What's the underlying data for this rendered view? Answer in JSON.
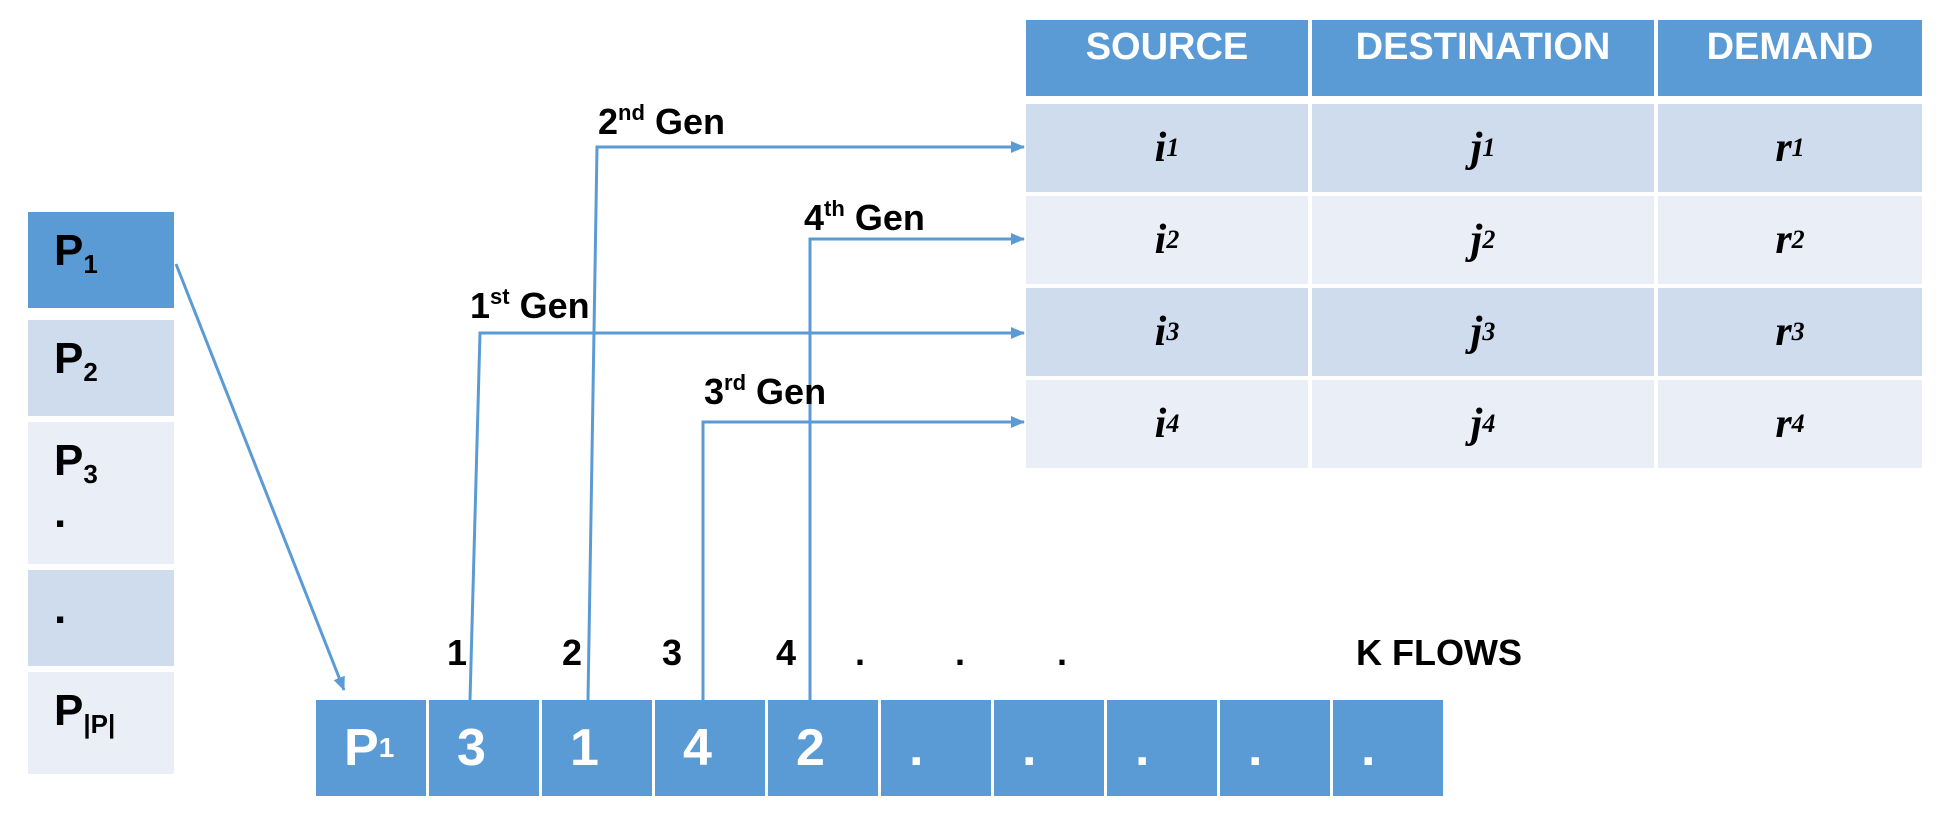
{
  "population": [
    {
      "base": "P",
      "sub": "1",
      "dot": ""
    },
    {
      "base": "P",
      "sub": "2",
      "dot": ""
    },
    {
      "base": "P",
      "sub": "3",
      "dot": "."
    },
    {
      "base": "",
      "sub": "",
      "dot": "."
    },
    {
      "base": "P",
      "sub": "|P|",
      "dot": ""
    }
  ],
  "table": {
    "headers": [
      "SOURCE",
      "DESTINATION",
      "DEMAND"
    ],
    "rows": [
      [
        {
          "base": "i",
          "sub": "1"
        },
        {
          "base": "j",
          "sub": "1"
        },
        {
          "base": "r",
          "sub": "1"
        }
      ],
      [
        {
          "base": "i",
          "sub": "2"
        },
        {
          "base": "j",
          "sub": "2"
        },
        {
          "base": "r",
          "sub": "2"
        }
      ],
      [
        {
          "base": "i",
          "sub": "3"
        },
        {
          "base": "j",
          "sub": "3"
        },
        {
          "base": "r",
          "sub": "3"
        }
      ],
      [
        {
          "base": "i",
          "sub": "4"
        },
        {
          "base": "j",
          "sub": "4"
        },
        {
          "base": "r",
          "sub": "4"
        }
      ]
    ]
  },
  "generations": [
    {
      "num": "1",
      "suffix": "st",
      "word": "Gen"
    },
    {
      "num": "2",
      "suffix": "nd",
      "word": "Gen"
    },
    {
      "num": "3",
      "suffix": "rd",
      "word": "Gen"
    },
    {
      "num": "4",
      "suffix": "th",
      "word": "Gen"
    }
  ],
  "positions": [
    "1",
    "2",
    "3",
    "4",
    ".",
    ".",
    "."
  ],
  "k_flows": "K FLOWS",
  "chromosome": {
    "head": {
      "base": "P",
      "sub": "1"
    },
    "genes": [
      "3",
      "1",
      "4",
      "2",
      ".",
      ".",
      ".",
      ".",
      "."
    ]
  },
  "colors": {
    "accent": "#5b9bd5",
    "light_row": "#cfdcee",
    "lighter_row": "#e9eef7",
    "arrow": "#5b9bd5"
  }
}
